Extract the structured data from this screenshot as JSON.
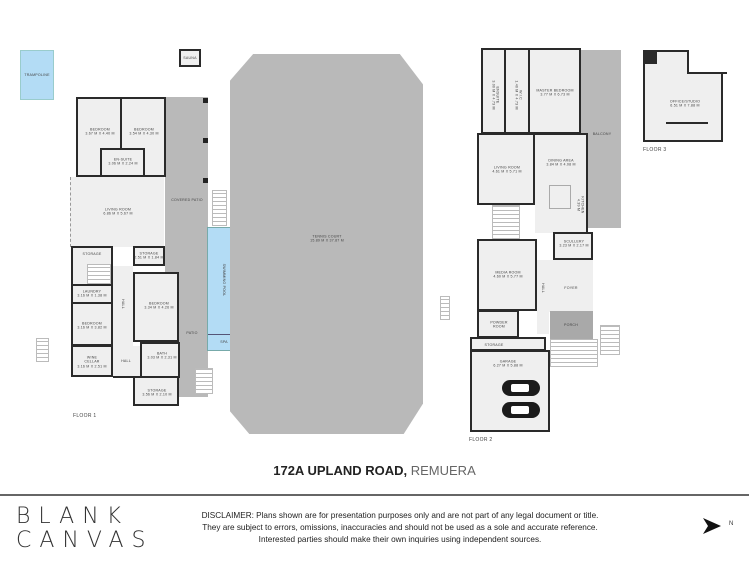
{
  "title": {
    "street": "172A UPLAND ROAD,",
    "suburb": "REMUERA"
  },
  "footer": {
    "logo_line1": "BLANK",
    "logo_line2": "CANVAS",
    "disclaimer": [
      "DISCLAIMER: Plans shown are for presentation purposes only and are not part of any legal document or title.",
      "They are subject to errors, omissions, inaccuracies and should not be used as a sole and accurate reference.",
      "Interested parties should make their own inquiries using independent sources."
    ],
    "north_label": "N"
  },
  "floor1": {
    "label": "FLOOR 1",
    "trampoline": "TRAMPOLINE",
    "sauna": "SAUNA",
    "covered_patio": "COVERED PATIO",
    "patio": "PATIO",
    "swimming_pool": "SWIMMING POOL",
    "spa": "SPA",
    "tennis_court": {
      "name": "TENNIS COURT",
      "dims": "15.89 M X 37.87 M"
    },
    "rooms": {
      "bedroom_a": {
        "name": "BEDROOM",
        "dims": "3.67 M X 4.40 M"
      },
      "bedroom_b": {
        "name": "BEDROOM",
        "dims": "3.54 M X 4.30 M"
      },
      "ensuite": {
        "name": "EN-SUITE",
        "dims": "3.06 M X 2.24 M"
      },
      "living": {
        "name": "LIVING ROOM",
        "dims": "6.86 M X 5.67 M"
      },
      "storage_a": {
        "name": "STORAGE",
        "dims": ""
      },
      "storage_b": {
        "name": "STORAGE",
        "dims": "2.51 M X 1.84 M"
      },
      "laundry": {
        "name": "LAUNDRY",
        "dims": "3.16 M X 1.38 M"
      },
      "hall_a": {
        "name": "HALL",
        "dims": ""
      },
      "bedroom_c": {
        "name": "BEDROOM",
        "dims": "3.34 M X 4.26 M"
      },
      "bedroom_d": {
        "name": "BEDROOM",
        "dims": "3.16 M X 3.82 M"
      },
      "wine_cellar": {
        "name": "WINE CELLAR",
        "dims": "3.16 M X 2.51 M"
      },
      "hall_b": {
        "name": "HALL",
        "dims": ""
      },
      "bath": {
        "name": "BATH",
        "dims": "3.03 M X 2.31 M"
      },
      "storage_c": {
        "name": "STORAGE",
        "dims": "3.56 M X 2.10 M"
      }
    }
  },
  "floor2": {
    "label": "FLOOR 2",
    "balcony": "BALCONY",
    "porch": "PORCH",
    "rooms": {
      "ensuite": {
        "name": "ENSUITE",
        "dims": "3.00 M X 4.73 M"
      },
      "wic": {
        "name": "W.I.C",
        "dims": "1.40 M X 4.73 M"
      },
      "master": {
        "name": "MASTER BEDROOM",
        "dims": "3.77 M X 6.73 M"
      },
      "living": {
        "name": "LIVING ROOM",
        "dims": "4.61 M X 5.71 M"
      },
      "dining": {
        "name": "DINING AREA",
        "dims": "3.84 M X 4.08 M"
      },
      "kitchen": {
        "name": "KITCHEN",
        "dims": "4.39 M"
      },
      "scullery": {
        "name": "SCULLERY",
        "dims": "3.23 M X 2.17 M"
      },
      "media": {
        "name": "MEDIA ROOM",
        "dims": "4.60 M X 5.77 M"
      },
      "hall": {
        "name": "HALL",
        "dims": ""
      },
      "foyer": {
        "name": "FOYER",
        "dims": ""
      },
      "powder": {
        "name": "POWDER ROOM",
        "dims": ""
      },
      "storage": {
        "name": "STORAGE",
        "dims": ""
      },
      "garage": {
        "name": "GARAGE",
        "dims": "6.27 M X 5.88 M"
      }
    }
  },
  "floor3": {
    "label": "FLOOR 3",
    "rooms": {
      "office": {
        "name": "OFFICE/STUDIO",
        "dims": "6.51 M X 7.88 M"
      }
    }
  }
}
